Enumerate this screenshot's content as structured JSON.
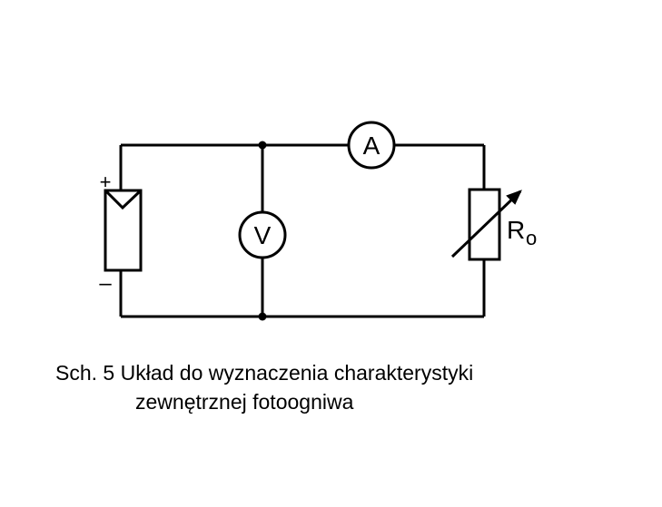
{
  "diagram": {
    "labels": {
      "ammeter": "A",
      "voltmeter": "V",
      "resistor_main": "R",
      "resistor_sub": "o",
      "plus": "+",
      "minus": "–"
    }
  },
  "caption": {
    "line1": "Sch. 5 Układ do wyznaczenia charakterystyki",
    "line2": "zewnętrznej fotoogniwa"
  }
}
